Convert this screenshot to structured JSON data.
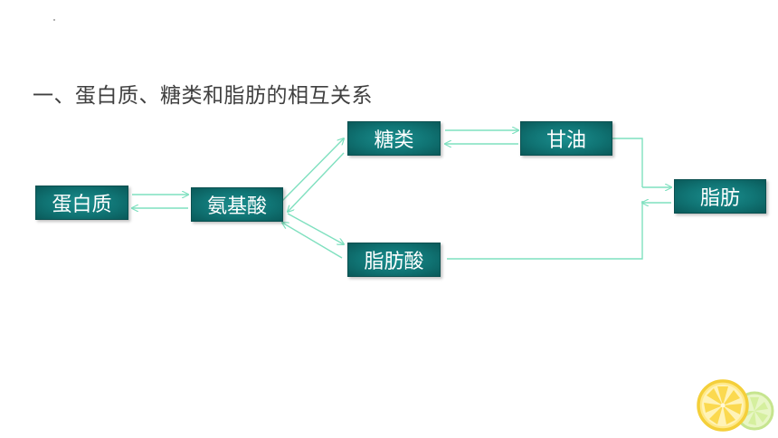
{
  "title": "一、蛋白质、糖类和脂肪的相互关系",
  "nodes": {
    "protein": "蛋白质",
    "amino_acid": "氨基酸",
    "sugar": "糖类",
    "glycerol": "甘油",
    "fatty_acid": "脂肪酸",
    "fat": "脂肪"
  },
  "colors": {
    "node_fill": "#107474",
    "arrow": "#7fe0bf",
    "title_text": "#404040"
  }
}
